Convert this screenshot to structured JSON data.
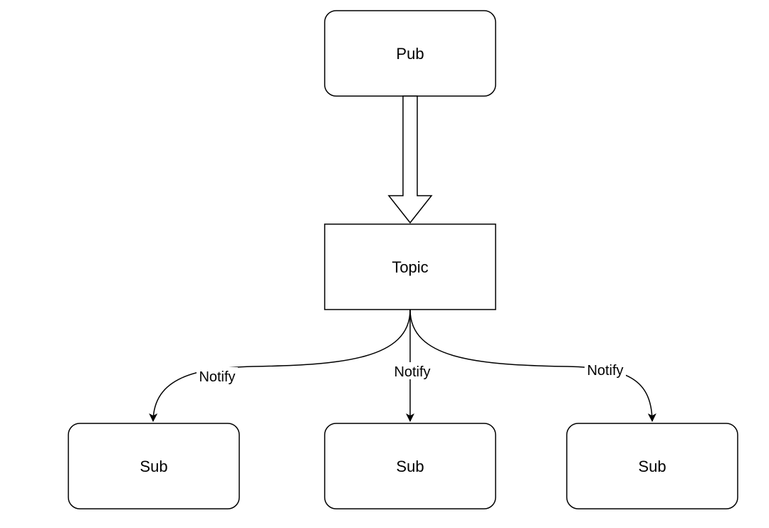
{
  "diagram": {
    "nodes": {
      "pub": {
        "label": "Pub"
      },
      "topic": {
        "label": "Topic"
      },
      "sub_left": {
        "label": "Sub"
      },
      "sub_center": {
        "label": "Sub"
      },
      "sub_right": {
        "label": "Sub"
      }
    },
    "edges": {
      "notify_left": {
        "label": "Notify"
      },
      "notify_center": {
        "label": "Notify"
      },
      "notify_right": {
        "label": "Notify"
      }
    },
    "colors": {
      "stroke": "#000000",
      "fill": "#ffffff"
    }
  }
}
